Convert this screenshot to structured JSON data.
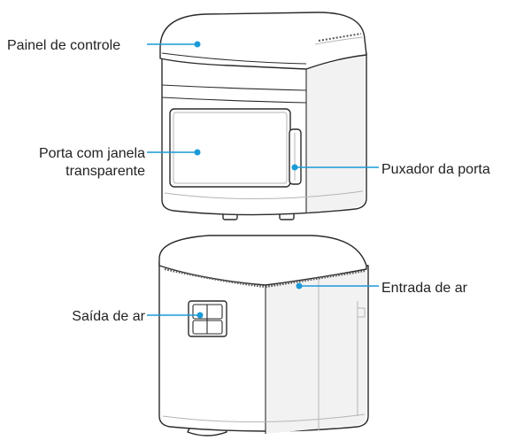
{
  "accent_color": "#1a9ad6",
  "labels": {
    "control_panel": "Painel de controle",
    "door_window_line1": "Porta com janela",
    "door_window_line2": "transparente",
    "door_handle": "Puxador da porta",
    "air_outlet": "Saída de ar",
    "air_inlet": "Entrada de ar"
  }
}
